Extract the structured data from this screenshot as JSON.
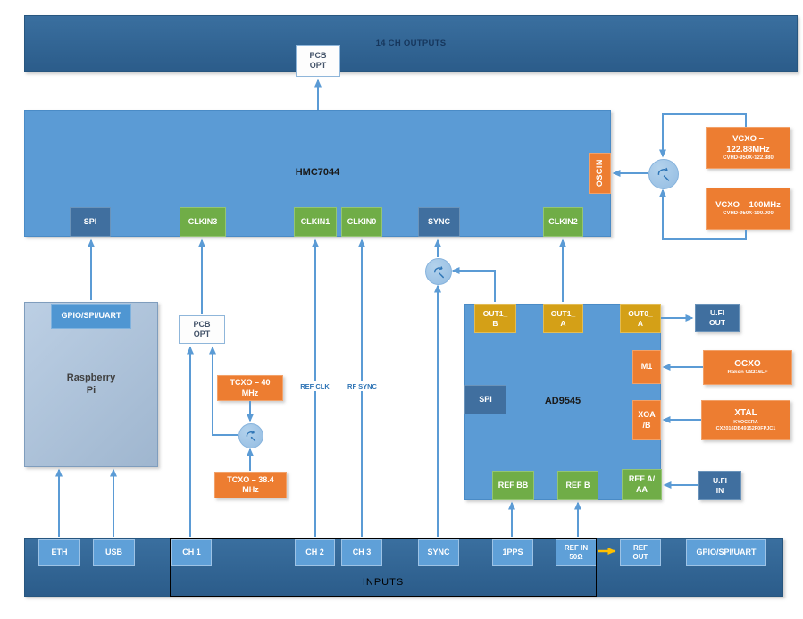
{
  "top_bar": {
    "label": "14 CH OUTPUTS"
  },
  "pcb_opt_top": {
    "label": "PCB\nOPT"
  },
  "hmc7044": {
    "label": "HMC7044",
    "ports": {
      "spi": "SPI",
      "clkin3": "CLKIN3",
      "clkin1": "CLKIN1",
      "clkin0": "CLKIN0",
      "sync": "SYNC",
      "clkin2": "CLKIN2",
      "oscin": "OSCIN"
    }
  },
  "vcxo_122": {
    "title": "VCXO –\n122.88MHz",
    "part": "CVHD-950X-122.880"
  },
  "vcxo_100": {
    "title": "VCXO – 100MHz",
    "part": "CVHD-950X-100.000"
  },
  "raspberry_pi": {
    "header": "GPIO/SPI/UART",
    "label": "Raspberry\nPi"
  },
  "pcb_opt_mid": {
    "label": "PCB\nOPT"
  },
  "tcxo_40": {
    "label": "TCXO – 40\nMHz"
  },
  "tcxo_384": {
    "label": "TCXO – 38.4\nMHz"
  },
  "wire_labels": {
    "ref_clk": "REF CLK",
    "rf_sync": "RF SYNC"
  },
  "ad9545": {
    "label": "AD9545",
    "ports": {
      "out1_b": "OUT1_\nB",
      "out1_a": "OUT1_\nA",
      "out0_a": "OUT0_\nA",
      "spi": "SPI",
      "m1": "M1",
      "xoab": "XOA\n/B",
      "ref_bb": "REF BB",
      "ref_b": "REF B",
      "ref_a_aa": "REF A/\nAA"
    }
  },
  "ufl_out": {
    "label": "U.FI\nOUT"
  },
  "ocxo": {
    "title": "OCXO",
    "part": "Rakon U8216LF"
  },
  "xtal": {
    "title": "XTAL",
    "part": "KYOCERA\nCX2016DB49152F0FPJC1"
  },
  "ufl_in": {
    "label": "U.FI\nIN"
  },
  "bottom_bar": {
    "label": "INPUTS",
    "eth": "ETH",
    "usb": "USB",
    "ch1": "CH 1",
    "ch2": "CH 2",
    "ch3": "CH 3",
    "sync": "SYNC",
    "pps": "1PPS",
    "ref_in": "REF IN\n50Ω",
    "ref_out": "REF\nOUT",
    "gpio": "GPIO/SPI/UART"
  },
  "colors": {
    "bar_dark": "#2E6191",
    "box_blue": "#5B9BD5",
    "port_dark": "#406f9f",
    "green": "#70AD47",
    "orange": "#ED7D31",
    "gold": "#D4A017",
    "mux_fill": "#9DC3E6",
    "wire": "#5B9BD5",
    "yellow_arrow": "#FFC000",
    "label_navy": "#1F3864"
  }
}
